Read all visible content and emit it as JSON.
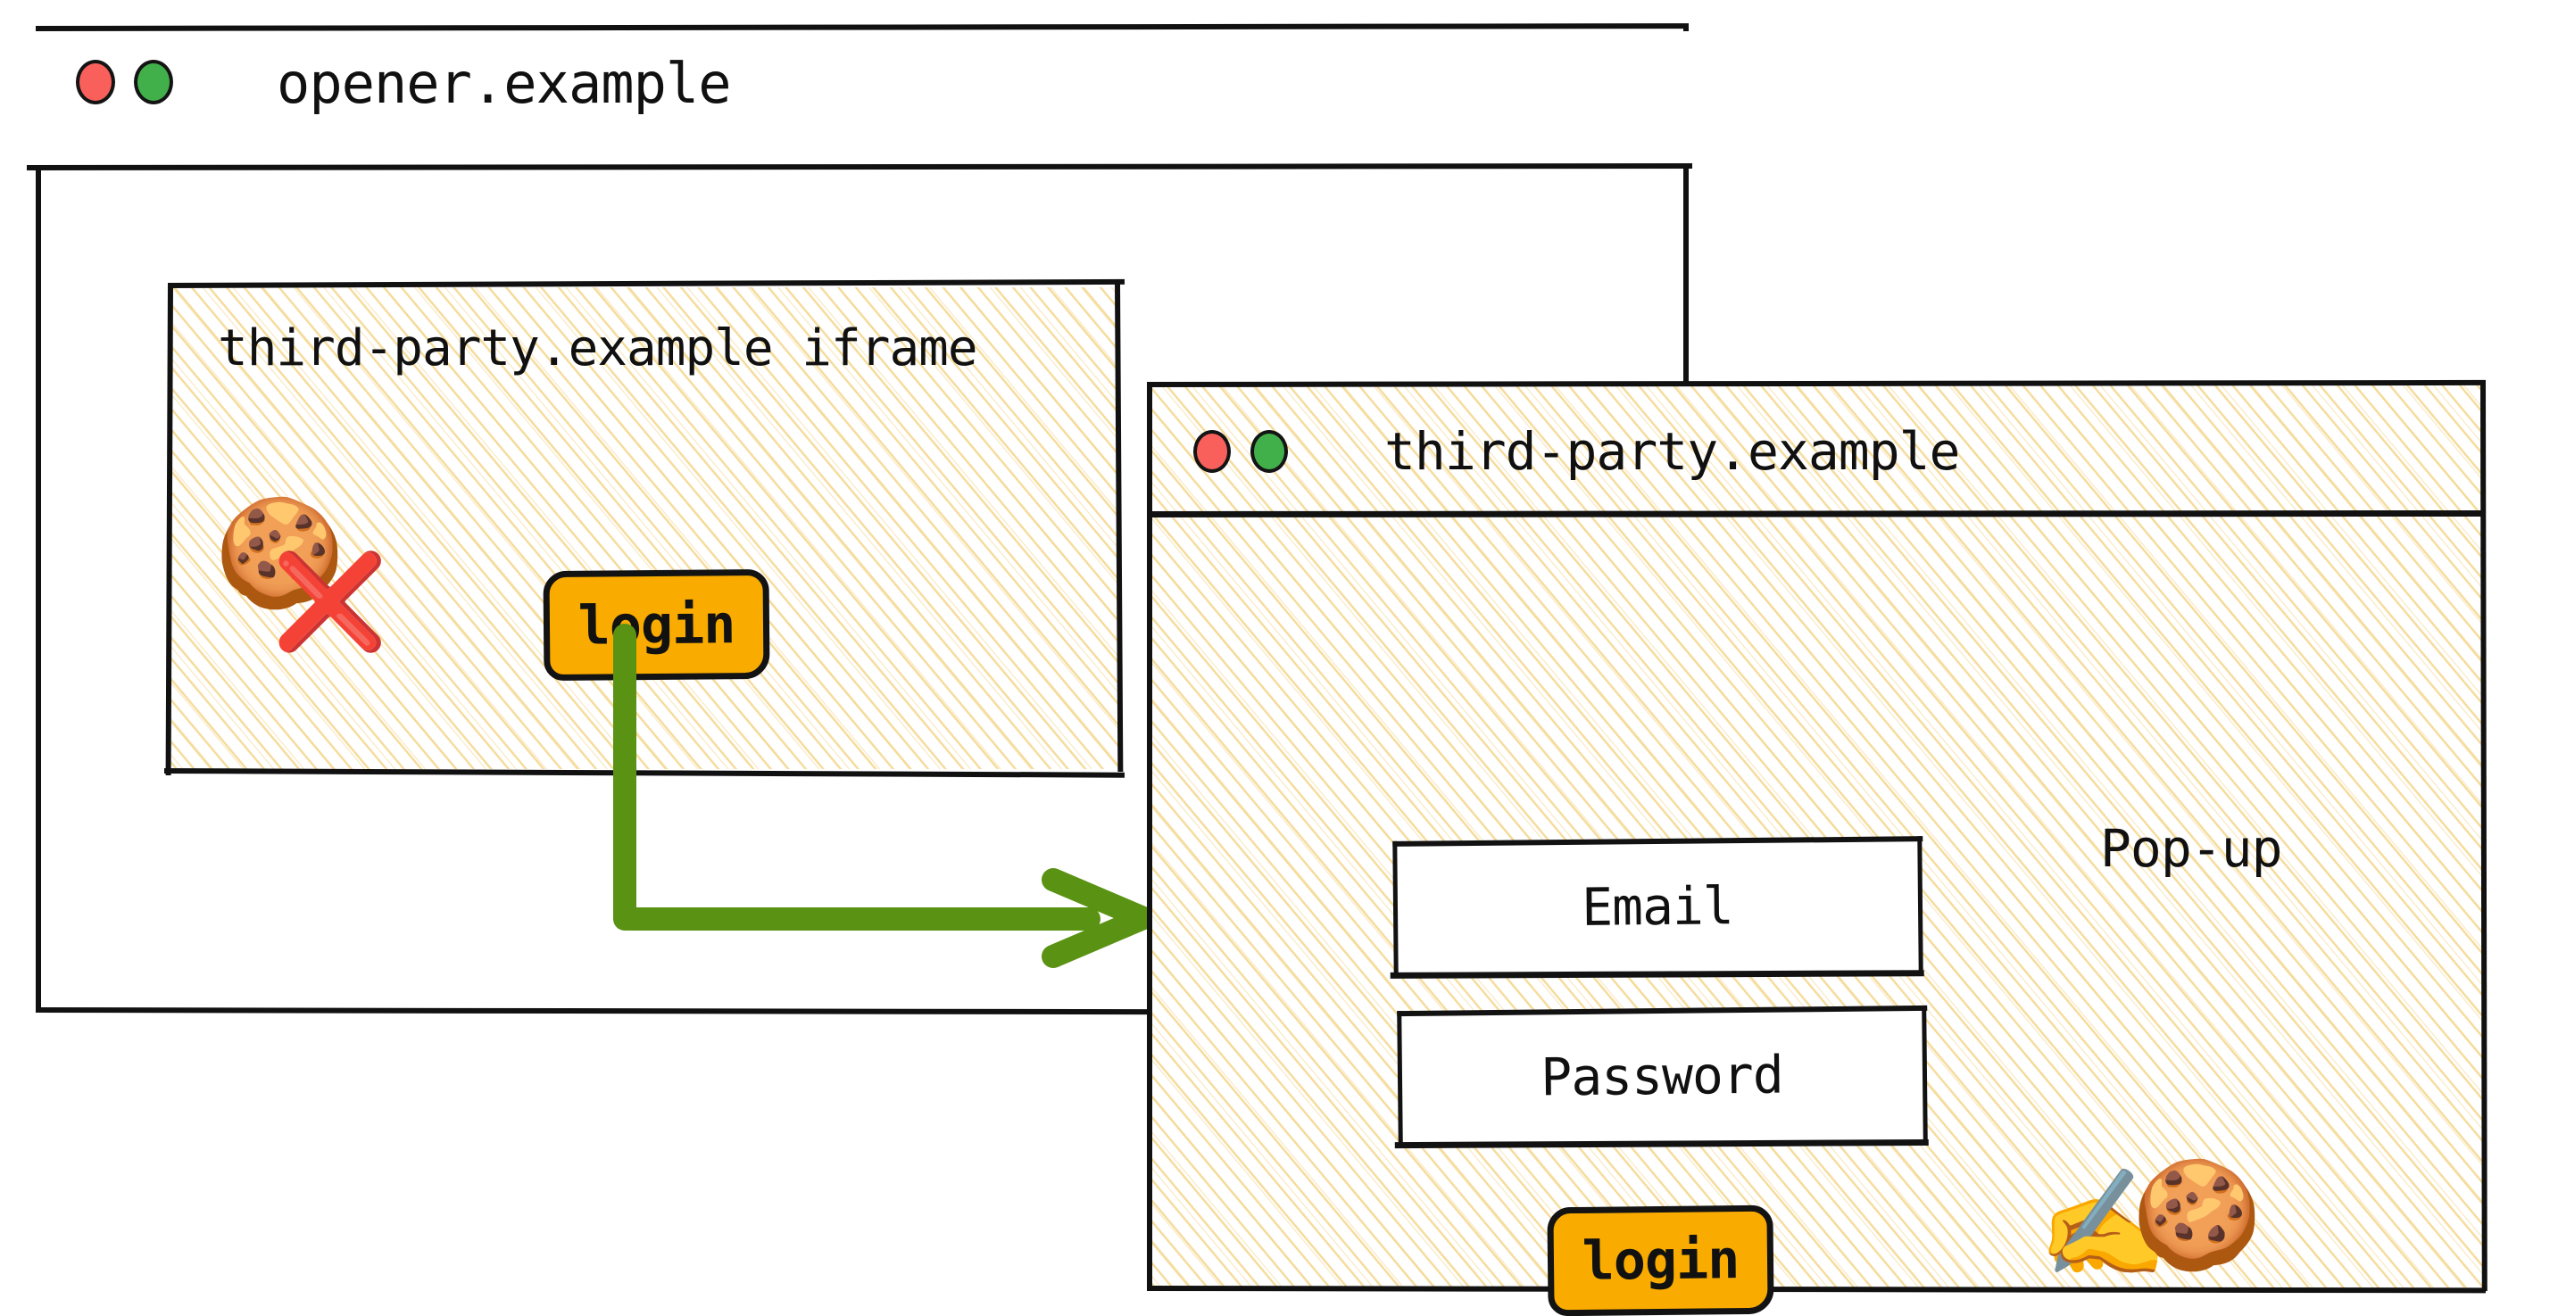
{
  "diagram": {
    "description": "Third-party iframe without cookie access opens a pop-up on its own origin where the user signs in",
    "colors": {
      "accent_orange": "#F9AB00",
      "arrow_green": "#5A9214",
      "dot_red": "#F9605B",
      "dot_green": "#42B04A",
      "ink": "#111111",
      "hatch_cream": "#F4D68C"
    }
  },
  "opener_window": {
    "title": "opener.example",
    "traffic_lights": [
      {
        "name": "close",
        "color": "#F9605B"
      },
      {
        "name": "maximize",
        "color": "#42B04A"
      }
    ],
    "iframe": {
      "title": "third-party.example iframe",
      "cookie_icon": "🍪",
      "cookie_blocked_icon": "❌",
      "login_label": "login"
    }
  },
  "popup_window": {
    "title": "third-party.example",
    "annotation": "Pop-up",
    "traffic_lights": [
      {
        "name": "close",
        "color": "#F9605B"
      },
      {
        "name": "maximize",
        "color": "#42B04A"
      }
    ],
    "form": {
      "email_label": "Email",
      "password_label": "Password",
      "login_label": "login"
    },
    "signing_icon": "✍️",
    "cookie_icon": "🍪"
  },
  "arrow": {
    "name": "login-opens-popup-arrow",
    "color": "#5A9214",
    "from": "iframe login button",
    "to": "third-party.example pop-up window"
  }
}
